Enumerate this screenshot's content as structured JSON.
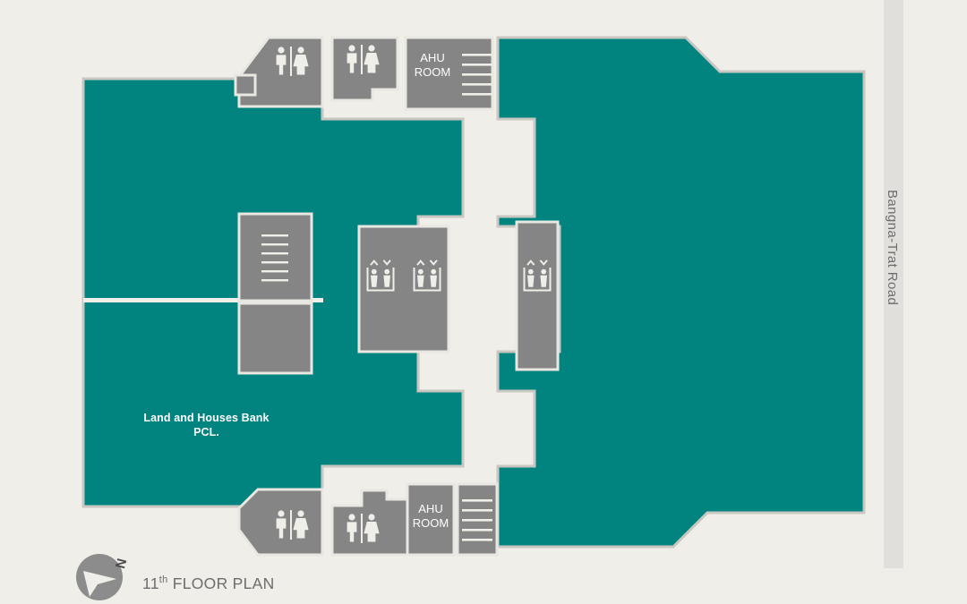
{
  "page": {
    "title_prefix": "11",
    "title_sup": "th",
    "title_suffix": " FLOOR PLAN",
    "background_color": "#F0EEE9"
  },
  "colors": {
    "tenant_teal": "#018480",
    "service_gray": "#858585",
    "corridor": "#F0EEE9",
    "wall_outline": "#c9c7c1",
    "icon_white": "#F0EEE9",
    "road_strip": "#e0dfdc",
    "text_gray": "#6d6d6d"
  },
  "compass": {
    "north_label": "N",
    "icon": "compass-arrow-icon"
  },
  "road": {
    "label": "Bangna-Trat Road"
  },
  "tenants": [
    {
      "id": "land-and-houses-bank",
      "label": "Land and Houses Bank\nPCL.",
      "color": "#018480"
    }
  ],
  "service_rooms": [
    {
      "id": "ahu-room-north",
      "label": "AHU\nROOM"
    },
    {
      "id": "ahu-room-south",
      "label": "AHU\nROOM"
    }
  ],
  "icons": {
    "restroom": "restroom-icon",
    "elevator": "elevator-icon",
    "stairs": "stairs-icon"
  },
  "facilities": [
    {
      "id": "restroom-north-west",
      "type": "restroom-icon"
    },
    {
      "id": "restroom-north-east",
      "type": "restroom-icon"
    },
    {
      "id": "stairs-north",
      "type": "stairs-icon"
    },
    {
      "id": "stairs-west",
      "type": "stairs-icon"
    },
    {
      "id": "elevator-core-a",
      "type": "elevator-icon"
    },
    {
      "id": "elevator-core-b",
      "type": "elevator-icon"
    },
    {
      "id": "elevator-core-c",
      "type": "elevator-icon"
    },
    {
      "id": "restroom-south-west",
      "type": "restroom-icon"
    },
    {
      "id": "restroom-south-east",
      "type": "restroom-icon"
    },
    {
      "id": "stairs-south",
      "type": "stairs-icon"
    }
  ]
}
